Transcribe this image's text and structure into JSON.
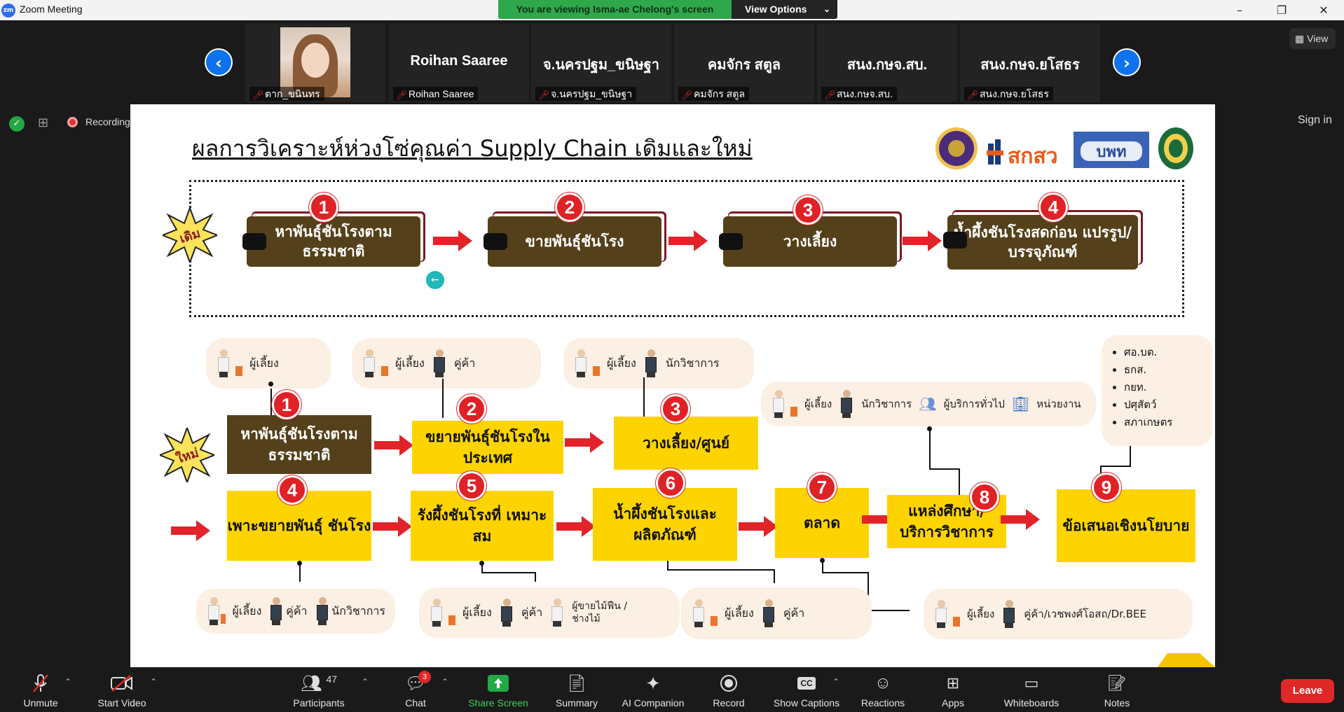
{
  "window": {
    "app_logo": "zm",
    "title": "Zoom Meeting",
    "controls": [
      "–",
      "❐",
      "✕"
    ]
  },
  "share": {
    "banner_text": "You are viewing Isma-ae Chelong's screen",
    "view_options": "View Options"
  },
  "participants_strip": {
    "tiles": [
      {
        "name": "",
        "label": "ตาก_ขนินทร",
        "has_video": true
      },
      {
        "name": "Roihan Saaree",
        "label": "Roihan Saaree"
      },
      {
        "name": "จ.นครปฐม_ขนิษฐา",
        "label": "จ.นครปฐม_ขนิษฐา"
      },
      {
        "name": "คมจักร สตูล",
        "label": "คมจักร สตูล"
      },
      {
        "name": "สนง.กษจ.สบ.",
        "label": "สนง.กษจ.สบ."
      },
      {
        "name": "สนง.กษจ.ยโสธร",
        "label": "สนง.กษจ.ยโสธร"
      }
    ],
    "view_button": "View"
  },
  "status": {
    "recording": "Recording",
    "sign_in": "Sign in"
  },
  "slide": {
    "title": "ผลการวิเคราะห์ห่วงโซ่คุณค่า Supply Chain เดิมและใหม่",
    "logos": [
      "logo-seal-purple",
      "สกสว",
      "บพท",
      "logo-seal-green"
    ],
    "old": {
      "tag": "เดิม",
      "steps": [
        {
          "num": "1",
          "label": "หาพันธุ์ชันโรงตาม ธรรมชาติ"
        },
        {
          "num": "2",
          "label": "ขายพันธุ์ชันโรง"
        },
        {
          "num": "3",
          "label": "วางเลี้ยง"
        },
        {
          "num": "4",
          "label": "น้ำผึ้งชันโรงสดก่อน แปรรูป/บรรจุภัณฑ์"
        }
      ]
    },
    "new": {
      "tag": "ใหม่",
      "steps": [
        {
          "num": "1",
          "label": "หาพันธุ์ชันโรงตาม ธรรมชาติ"
        },
        {
          "num": "2",
          "label": "ขยายพันธุ์ชันโรงใน ประเทศ"
        },
        {
          "num": "3",
          "label": "วางเลี้ยง/ศูนย์"
        },
        {
          "num": "4",
          "label": "เพาะขยายพันธุ์ ชันโรง"
        },
        {
          "num": "5",
          "label": "รังผึ้งชันโรงที่ เหมาะสม"
        },
        {
          "num": "6",
          "label": "น้ำผึ้งชันโรงและ ผลิตภัณฑ์"
        },
        {
          "num": "7",
          "label": "ตลาด"
        },
        {
          "num": "8",
          "label": "แหล่งศึกษา/ บริการวิชาการ"
        },
        {
          "num": "9",
          "label": "ข้อเสนอเชิงนโยบาย"
        }
      ],
      "actors_top": [
        [
          "ผู้เลี้ยง"
        ],
        [
          "ผู้เลี้ยง",
          "คู่ค้า"
        ],
        [
          "ผู้เลี้ยง",
          "นักวิชาการ"
        ],
        [
          "ผู้เลี้ยง",
          "นักวิชาการ",
          "ผู้บริการทั่วไป",
          "หน่วยงาน"
        ]
      ],
      "actors_bottom": [
        [
          "ผู้เลี้ยง",
          "คู่ค้า",
          "นักวิชาการ"
        ],
        [
          "ผู้เลี้ยง",
          "คู่ค้า",
          "ผู้ขายไม้ฟืน / ช่างไม้"
        ],
        [
          "ผู้เลี้ยง",
          "คู่ค้า"
        ],
        [
          "ผู้เลี้ยง",
          "คู่ค้า/เวชพงศ์โอสถ/Dr.BEE"
        ]
      ],
      "policy_list": [
        "ศอ.บต.",
        "ธกส.",
        "กยท.",
        "ปศุสัตว์",
        "สภาเกษตร"
      ]
    }
  },
  "toolbar": {
    "unmute": "Unmute",
    "start_video": "Start Video",
    "participants": "Participants",
    "participants_count": "47",
    "chat": "Chat",
    "chat_badge": "3",
    "share_screen": "Share Screen",
    "summary": "Summary",
    "ai_companion": "AI Companion",
    "record": "Record",
    "show_captions": "Show Captions",
    "reactions": "Reactions",
    "apps": "Apps",
    "whiteboards": "Whiteboards",
    "notes": "Notes",
    "leave": "Leave"
  },
  "colors": {
    "zoom_blue": "#0e72ed",
    "share_green": "#2ea84a",
    "leave_red": "#e02828",
    "slide_yellow": "#fdd400",
    "slide_brown": "#54401a",
    "badge_red": "#e02126"
  }
}
